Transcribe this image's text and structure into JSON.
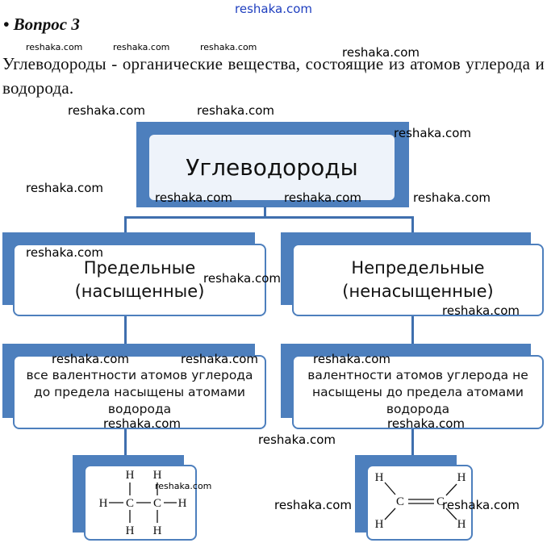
{
  "header": {
    "site": "reshaka.com",
    "question": "• Вопрос 3",
    "intro": "Углеводороды - органические вещества, состоящие из атомов углерода и водорода."
  },
  "watermark": "reshaka.com",
  "diagram": {
    "root": "Углеводороды",
    "saturated": {
      "title_line1": "Предельные",
      "title_line2": "(насыщенные)",
      "description": "все валентности атомов углерода до предела насыщены атомами водорода"
    },
    "unsaturated": {
      "title_line1": "Непредельные",
      "title_line2": "(ненасыщенные)",
      "description": "валентности атомов углерода не насыщены до предела атомами водорода"
    }
  },
  "formulas": {
    "h": "H",
    "c": "C",
    "bond_h": "—",
    "double_bond": "="
  },
  "colors": {
    "box_border": "#4d7fbd",
    "box_back": "#4d7fbd",
    "root_fill": "#eef3fa",
    "site_link": "#1f3fbf"
  }
}
